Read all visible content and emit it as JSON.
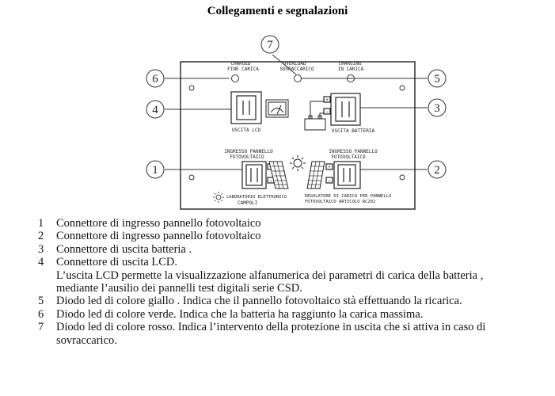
{
  "title": "Collegamenti e segnalazioni",
  "panel": {
    "led_charged": [
      "CHARGED",
      "FINE CARICA"
    ],
    "led_overload": [
      "OVERLOAD",
      "SOVRACCARICO"
    ],
    "led_charging": [
      "CHARGING",
      "IN CARICA"
    ],
    "lcd_output_label": "USCITA LCD",
    "battery_output_label": "USCITA BATTERIA",
    "pv_input_left": [
      "INGRESSO PANNELLO",
      "FOTOVOLTAICO"
    ],
    "pv_input_right": [
      "INGRESSO PANNELLO",
      "FOTOVOLTAICO"
    ],
    "lab_name": [
      "LABORATORIO ELETTRONICO",
      "CAMPOLI"
    ],
    "regulator_text": [
      "REGOLATORE DI CARICA PER PANNELLO",
      "FOTOVOLTAICO ARTICOLO   RC202"
    ],
    "plus_sign": "+",
    "minus_sign": "−"
  },
  "callouts": [
    "1",
    "2",
    "3",
    "4",
    "5",
    "6",
    "7"
  ],
  "legend": [
    {
      "num": "1",
      "lines": [
        "Connettore di ingresso pannello fotovoltaico"
      ]
    },
    {
      "num": "2",
      "lines": [
        "Connettore di ingresso pannello fotovoltaico"
      ]
    },
    {
      "num": "3",
      "lines": [
        "Connettore di uscita  batteria ."
      ]
    },
    {
      "num": "4",
      "lines": [
        "Connettore di uscita LCD.",
        "L’uscita LCD  permette la visualizzazione alfanumerica dei parametri di carica della batteria ,",
        "mediante l’ausilio dei pannelli test digitali serie CSD."
      ]
    },
    {
      "num": "5",
      "lines": [
        "Diodo led di colore giallo . Indica che il pannello fotovoltaico stà effettuando la ricarica."
      ]
    },
    {
      "num": "6",
      "lines": [
        "Diodo led di colore verde. Indica che la batteria ha raggiunto la carica massima."
      ]
    },
    {
      "num": "7",
      "lines": [
        "Diodo led di colore rosso. Indica l’intervento della protezione in uscita che si attiva in caso di",
        "sovraccarico."
      ]
    }
  ]
}
